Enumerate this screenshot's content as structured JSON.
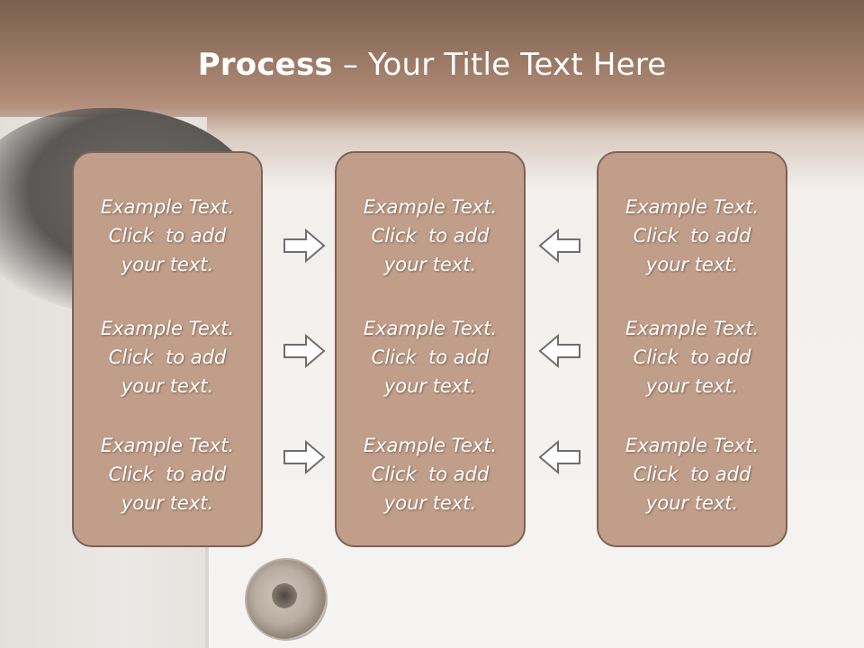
{
  "title": {
    "bold": "Process",
    "rest": " – Your Title Text Here"
  },
  "panels": [
    {
      "blocks": [
        [
          "Example Text.",
          "Click  to add",
          "your text."
        ],
        [
          "Example Text.",
          "Click  to add",
          "your text."
        ],
        [
          "Example Text.",
          "Click  to add",
          "your text."
        ]
      ]
    },
    {
      "blocks": [
        [
          "Example Text.",
          "Click  to add",
          "your text."
        ],
        [
          "Example Text.",
          "Click  to add",
          "your text."
        ],
        [
          "Example Text.",
          "Click  to add",
          "your text."
        ]
      ]
    },
    {
      "blocks": [
        [
          "Example Text.",
          "Click  to add",
          "your text."
        ],
        [
          "Example Text.",
          "Click  to add",
          "your text."
        ],
        [
          "Example Text.",
          "Click  to add",
          "your text."
        ]
      ]
    }
  ],
  "colors": {
    "panel": "#c09e8a",
    "panel_border": "#7d6256",
    "header": "#9c7a66",
    "arrow_stroke": "#6e6e6e"
  },
  "icons": {
    "right_arrows": "arrow-right-icon",
    "left_arrows": "arrow-left-icon"
  }
}
